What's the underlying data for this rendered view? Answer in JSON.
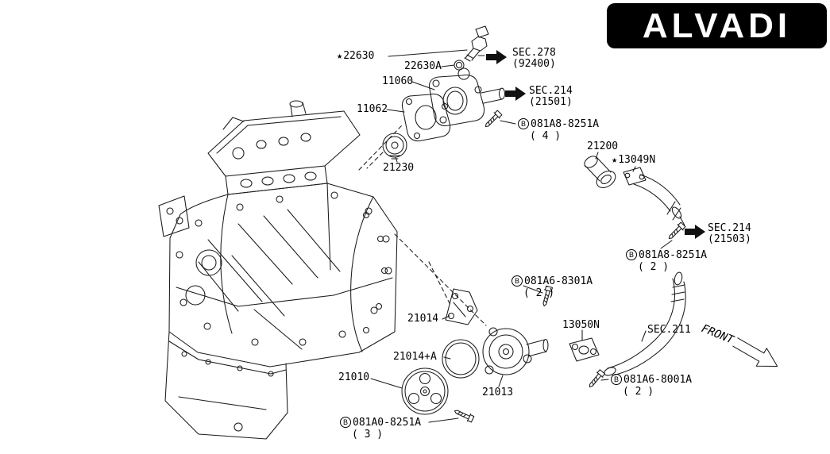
{
  "logo": {
    "text": "ALVADI"
  },
  "callouts": {
    "c22630": {
      "star": "★",
      "text": "22630"
    },
    "c22630a": {
      "text": "22630A"
    },
    "c11060": {
      "text": "11060"
    },
    "c11062": {
      "text": "11062"
    },
    "c21230": {
      "text": "21230"
    },
    "c21200": {
      "text": "21200"
    },
    "c13049n": {
      "star": "★",
      "text": "13049N"
    },
    "c21014": {
      "text": "21014"
    },
    "c21014a": {
      "text": "21014+A"
    },
    "c21010": {
      "text": "21010"
    },
    "c21013": {
      "text": "21013"
    },
    "c13050n": {
      "text": "13050N"
    }
  },
  "bolts": {
    "b_081a8_8251a_x4": {
      "prefix": "B",
      "text": "081A8-8251A",
      "qty": "( 4 )"
    },
    "b_081a8_8251a_x2": {
      "prefix": "B",
      "text": "081A8-8251A",
      "qty": "( 2 )"
    },
    "b_081a6_8301a_x2": {
      "prefix": "B",
      "text": "081A6-8301A",
      "qty": "( 2 )"
    },
    "b_081a6_8001a_x2": {
      "prefix": "B",
      "text": "081A6-8001A",
      "qty": "( 2 )"
    },
    "b_081a0_8251a_x3": {
      "prefix": "B",
      "text": "081A0-8251A",
      "qty": "( 3 )"
    }
  },
  "sections": {
    "sec278": {
      "line1": "SEC.278",
      "line2": "(92400)"
    },
    "sec214_21501": {
      "line1": "SEC.214",
      "line2": "(21501)"
    },
    "sec214_21503": {
      "line1": "SEC.214",
      "line2": "(21503)"
    },
    "sec211": {
      "line1": "SEC.211"
    }
  },
  "front_label": {
    "text": "FRONT"
  },
  "colors": {
    "ink": "#000000",
    "background": "#ffffff",
    "logo_bg": "#000000",
    "logo_text": "#ffffff"
  }
}
